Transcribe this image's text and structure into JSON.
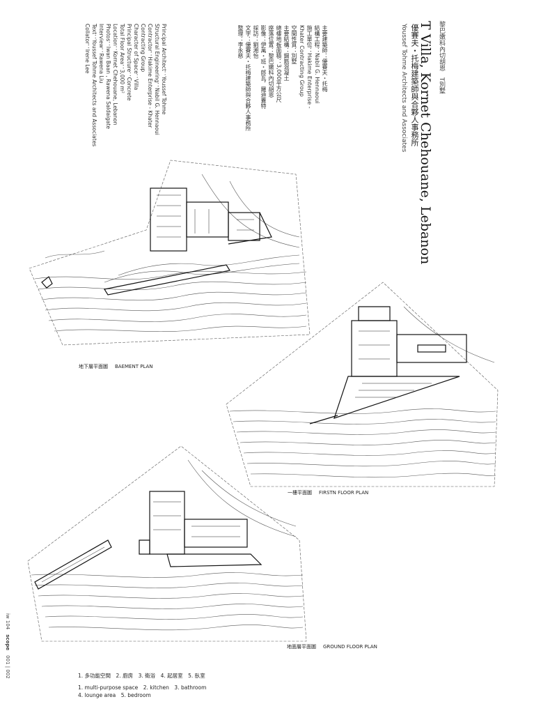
{
  "header": {
    "region_zh": "黎巴嫩科內切胡恩",
    "villa_zh": "T別墅",
    "title": "T Villa, Kornet Chehouane, Lebanon",
    "architect_zh": "優賽夫・托梅建築師與合夥人事務所",
    "architect_en": "Youssef Tohme Architects and Associates"
  },
  "credits_zh": [
    "主要建築師：優賽夫・托梅",
    "結構工程：Nabil G. Hennaoui",
    "施工單位：Hakime Enterprise -",
    "Khater Contracting Group",
    "空間性質：別墅",
    "主要結構：鋼筋混凝土",
    "總樓地板面積：3,000平方公尺",
    "座落位置：黎巴嫩科內切胡恩",
    "影像：伊萬・班・郎瓦，羅迪蓋特",
    "採訪：劉湘怡",
    "文字：優賽夫・托梅建築師與合夥人事務所",
    "整理：李永慈"
  ],
  "credits_en": [
    "Principal Architect：Youssef Tohme",
    "Structural Engineering：Nabil G. Hennaoui",
    "Contractor：Hakime Enterprise - Khater",
    "Contracting Group",
    "Character of Space：Villa",
    "Principal Structure：Concrete",
    "Total Floor Area：3,000 m²",
    "Location：Kornet Chehouane, Lebanon",
    "Photos：Iwan Baan , Rawena Saldaigate",
    "Interview：Rawena Liu",
    "Text：Youssef Tohme Architects and Associates",
    "Collator：Irene Lee"
  ],
  "captions": {
    "basement_zh": "地下層平面圖",
    "basement_en": "BAEMENT PLAN",
    "first_zh": "一樓平面圖",
    "first_en": "FIRSTN FLOOR PLAN",
    "ground_zh": "地面層平面圖",
    "ground_en": "GROUND FLOOR PLAN"
  },
  "legend": {
    "zh": "1. 多功能空間　2. 廚房　3. 衛浴　4. 起居室　5. 臥室",
    "en1": "1. multi-purpose space　2. kitchen　3. bathroom",
    "en2": "4. lounge area　5. bedroom"
  },
  "sidebar": {
    "issue": "iw 104",
    "magazine": "scope",
    "pages": "001 | 002"
  }
}
